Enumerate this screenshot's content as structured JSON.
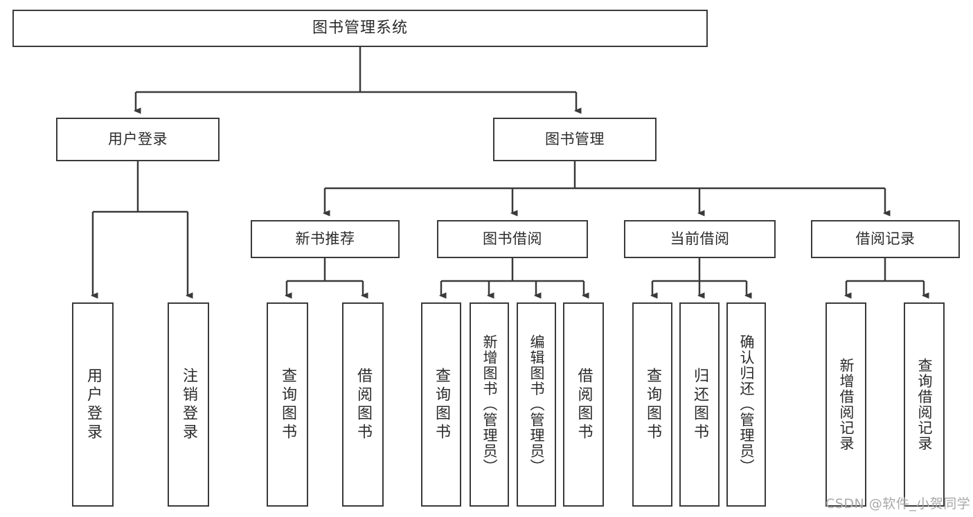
{
  "diagram": {
    "title": "图书管理系统",
    "type": "tree-hierarchy-diagram",
    "root": {
      "label": "图书管理系统"
    },
    "level2": [
      {
        "label": "用户登录"
      },
      {
        "label": "图书管理"
      }
    ],
    "level3": [
      {
        "label": "新书推荐"
      },
      {
        "label": "图书借阅"
      },
      {
        "label": "当前借阅"
      },
      {
        "label": "借阅记录"
      }
    ],
    "leaves": {
      "user_login": [
        {
          "label": "用户登录"
        },
        {
          "label": "注销登录"
        }
      ],
      "new_book_recommend": [
        {
          "label": "查询图书"
        },
        {
          "label": "借阅图书"
        }
      ],
      "book_borrow": [
        {
          "label": "查询图书"
        },
        {
          "label": "新增图书（管理员）"
        },
        {
          "label": "编辑图书（管理员）"
        },
        {
          "label": "借阅图书"
        }
      ],
      "current_borrow": [
        {
          "label": "查询图书"
        },
        {
          "label": "归还图书"
        },
        {
          "label": "确认归还（管理员）"
        }
      ],
      "borrow_record": [
        {
          "label": "新增借阅记录"
        },
        {
          "label": "查询借阅记录"
        }
      ]
    }
  },
  "watermark": {
    "text": "CSDN @软件_小贺同学"
  },
  "colors": {
    "box_border": "#3a3a3a",
    "box_fill": "#ffffff",
    "text": "#2b2b2b",
    "wire": "#3a3a3a",
    "watermark": "#a8a8a8",
    "background": "#ffffff"
  }
}
